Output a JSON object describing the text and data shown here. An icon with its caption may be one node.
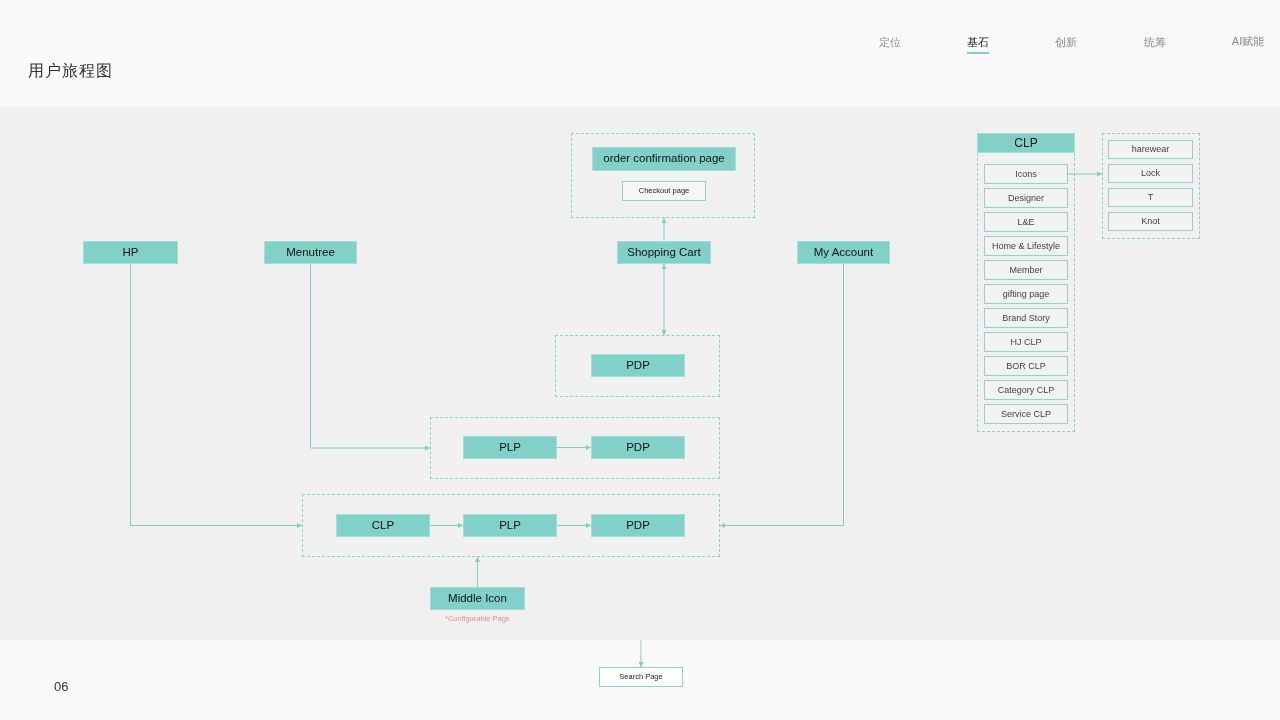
{
  "diagram": {
    "title": "用户旅程图",
    "nodes": [
      {
        "text": [],
        "shape": "box"
      },
      {
        "text": [
          "order confirmation page"
        ],
        "in": 0
      },
      {
        "text": [
          "Checkout page"
        ],
        "in": 0
      },
      {
        "text": [
          "HP"
        ]
      },
      {
        "text": [
          "Menutree"
        ]
      },
      {
        "text": [
          "Shopping Cart"
        ]
      },
      {
        "text": [
          "My Account"
        ]
      },
      {
        "text": [],
        "shape": "box"
      },
      {
        "text": [
          "PDP"
        ],
        "in": 7
      },
      {
        "text": [],
        "shape": "box"
      },
      {
        "text": [
          "PLP"
        ],
        "in": 9
      },
      {
        "text": [
          "PDP"
        ],
        "in": 9
      },
      {
        "text": [],
        "shape": "box"
      },
      {
        "text": [
          "CLP"
        ],
        "in": 12
      },
      {
        "text": [
          "PLP"
        ],
        "in": 12
      },
      {
        "text": [
          "PDP"
        ],
        "in": 12
      },
      {
        "text": [
          "Middle Icon"
        ],
        "beside": [
          "*Configurable Page"
        ]
      },
      {
        "text": [
          "Search Page"
        ]
      },
      {
        "text": [],
        "shape": "box"
      },
      {
        "text": [
          "CLP"
        ],
        "in": 18
      },
      {
        "text": [
          "Icons"
        ],
        "in": 18
      },
      {
        "text": [
          "Designer"
        ],
        "in": 18
      },
      {
        "text": [
          "L&E"
        ],
        "in": 18
      },
      {
        "text": [
          "Home & Lifestyle"
        ],
        "in": 18
      },
      {
        "text": [
          "Member"
        ],
        "in": 18
      },
      {
        "text": [
          "gifting page"
        ],
        "in": 18
      },
      {
        "text": [
          "Brand Story"
        ],
        "in": 18
      },
      {
        "text": [
          "HJ CLP"
        ],
        "in": 18
      },
      {
        "text": [
          "BOR CLP"
        ],
        "in": 18
      },
      {
        "text": [
          "Category CLP"
        ],
        "in": 18
      },
      {
        "text": [
          "Service CLP"
        ],
        "in": 18
      },
      {
        "text": [],
        "shape": "box"
      },
      {
        "text": [
          "harewear"
        ],
        "in": 31
      },
      {
        "text": [
          "Lock"
        ],
        "in": 31
      },
      {
        "text": [
          "T"
        ],
        "in": 31
      },
      {
        "text": [
          "Knot"
        ],
        "in": 31
      }
    ],
    "edges": [
      {
        "from": 5,
        "to": 0,
        "arrow": "to"
      },
      {
        "from": 7,
        "to": 5,
        "arrow": "both"
      },
      {
        "from": 4,
        "to": 9,
        "arrow": "to"
      },
      {
        "from": 10,
        "to": 11,
        "arrow": "to"
      },
      {
        "from": 3,
        "to": 12,
        "arrow": "to"
      },
      {
        "from": 13,
        "to": 14,
        "arrow": "to"
      },
      {
        "from": 14,
        "to": 15,
        "arrow": "to"
      },
      {
        "from": 6,
        "to": 12,
        "arrow": "to"
      },
      {
        "from": 16,
        "to": 12,
        "arrow": "to"
      },
      {
        "from": null,
        "to": 17,
        "arrow": "to"
      },
      {
        "from": 20,
        "to": 31,
        "arrow": "to"
      }
    ],
    "labels": [
      "定位",
      "基石",
      "创新",
      "统筹",
      "AI赋能",
      "06"
    ]
  }
}
